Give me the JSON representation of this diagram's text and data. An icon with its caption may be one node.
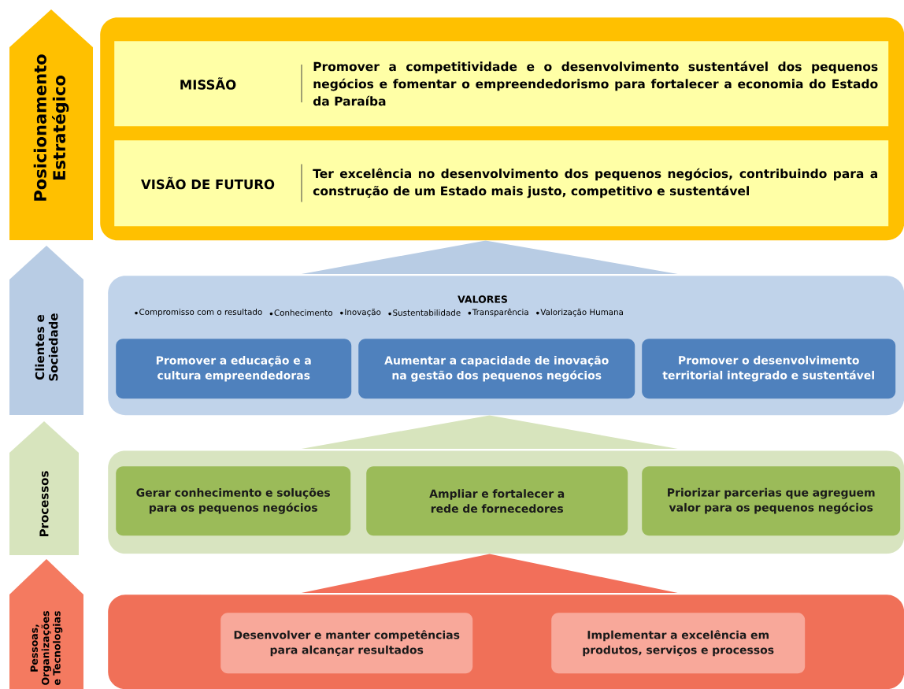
{
  "diagram": {
    "nodes": [
      {
        "text": [
          "Posicionamento Estratégico"
        ]
      },
      {
        "text": [],
        "shape": "box"
      },
      {
        "text": [
          "MISSÃO",
          "Promover a competitividade e o desenvolvimento sustentável dos pequenos negócios e fomentar o empreendedorismo para fortalecer a economia do Estado da Paraíba"
        ],
        "in": 1
      },
      {
        "text": [
          "VISÃO DE FUTURO",
          "Ter excelência no desenvolvimento dos pequenos negócios, contribuindo para a construção de um Estado mais justo, competitivo e sustentável"
        ],
        "in": 1
      },
      {
        "text": [
          "Clientes e Sociedade"
        ]
      },
      {
        "text": [
          "VALORES",
          "Compromisso com o resultado",
          "Conhecimento",
          "Inovação",
          "Sustentabilidade",
          "Transparência",
          "Valorização Humana"
        ]
      },
      {
        "text": [
          "Promover a educação e a cultura empreendedoras"
        ],
        "in": 5
      },
      {
        "text": [
          "Aumentar a capacidade de inovação na gestão dos pequenos negócios"
        ],
        "in": 5
      },
      {
        "text": [
          "Promover o desenvolvimento territorial integrado e sustentável"
        ],
        "in": 5
      },
      {
        "text": [
          "Processos"
        ]
      },
      {
        "text": [],
        "shape": "box"
      },
      {
        "text": [
          "Gerar conhecimento e soluções para os pequenos negócios"
        ],
        "in": 10
      },
      {
        "text": [
          "Ampliar e fortalecer a rede de fornecedores"
        ],
        "in": 10
      },
      {
        "text": [
          "Priorizar parcerias que agreguem valor para os pequenos negócios"
        ],
        "in": 10
      },
      {
        "text": [
          "Pessoas, Organizações e Tecnologias"
        ]
      },
      {
        "text": [],
        "shape": "box"
      },
      {
        "text": [
          "Desenvolver e manter competências para alcançar resultados"
        ],
        "in": 15
      },
      {
        "text": [
          "Implementar a excelência em produtos, serviços e processos"
        ],
        "in": 15
      }
    ],
    "edges": [
      {
        "from": 15,
        "to": 10,
        "arrow": "to",
        "color": "#f26f5a"
      },
      {
        "from": 10,
        "to": 5,
        "arrow": "to",
        "color": "#d7e4bd"
      },
      {
        "from": 5,
        "to": 1,
        "arrow": "to",
        "color": "#b8cce4"
      }
    ]
  }
}
